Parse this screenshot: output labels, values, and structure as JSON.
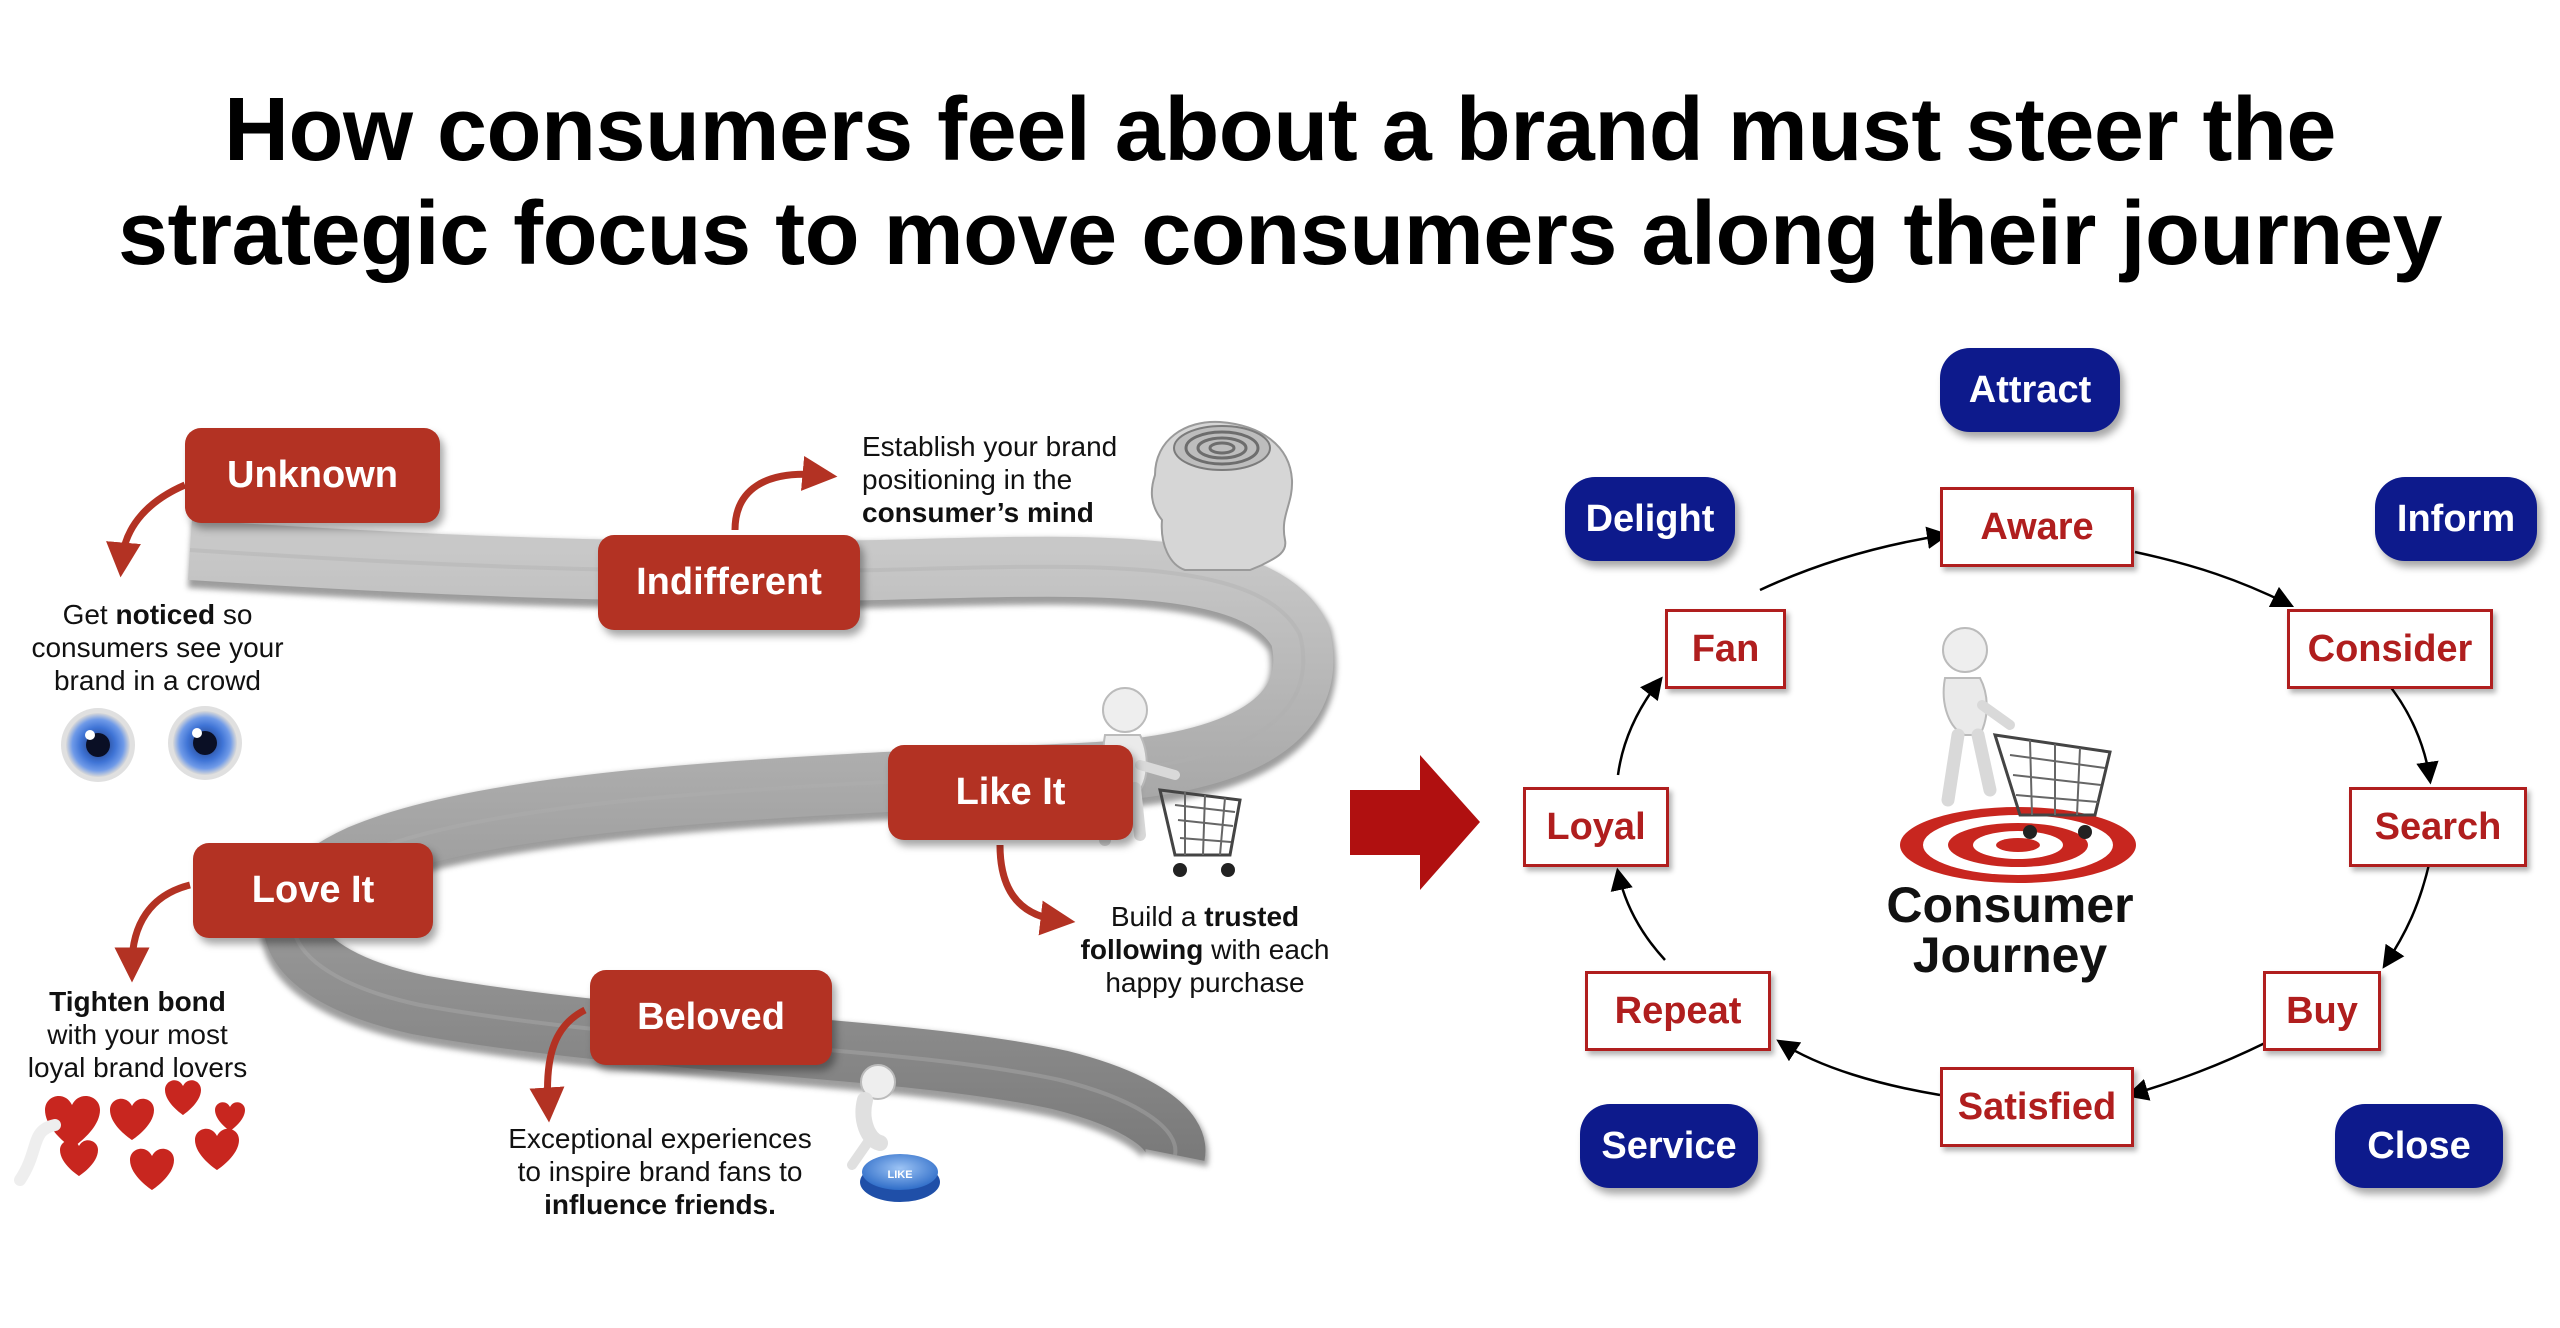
{
  "title": {
    "line1": "How consumers feel about a brand must steer the",
    "line2": "strategic focus to move consumers along their journey"
  },
  "road_stages": {
    "unknown": "Unknown",
    "indifferent": "Indifferent",
    "like_it": "Like It",
    "love_it": "Love It",
    "beloved": "Beloved"
  },
  "notes": {
    "noticed": {
      "a": "Get ",
      "b": "noticed",
      "c": " so",
      "line2": "consumers see your",
      "line3": "brand in a crowd"
    },
    "establish": {
      "line1": "Establish your brand",
      "line2": "positioning in the",
      "line3": "consumer’s mind"
    },
    "trusted": {
      "a": "Build a ",
      "b": "trusted",
      "c": "following",
      "d": " with each",
      "line3": "happy purchase"
    },
    "tighten": {
      "line1": "Tighten bond",
      "line2": "with your most",
      "line3": "loyal brand lovers"
    },
    "exceptional": {
      "line1": "Exceptional experiences",
      "line2": "to inspire brand fans to",
      "line3": "influence friends."
    }
  },
  "journey_label": {
    "line1": "Consumer",
    "line2": "Journey"
  },
  "cycle_stages": {
    "aware": "Aware",
    "consider": "Consider",
    "search": "Search",
    "buy": "Buy",
    "satisfied": "Satisfied",
    "repeat": "Repeat",
    "loyal": "Loyal",
    "fan": "Fan"
  },
  "strategies": {
    "attract": "Attract",
    "inform": "Inform",
    "close": "Close",
    "service": "Service",
    "delight": "Delight"
  },
  "button_glyph": "LIKE",
  "colors": {
    "road_red": "#b33223",
    "navy": "#0d1a8c",
    "box_red": "#b01e1e",
    "arrow_red": "#b01010"
  }
}
